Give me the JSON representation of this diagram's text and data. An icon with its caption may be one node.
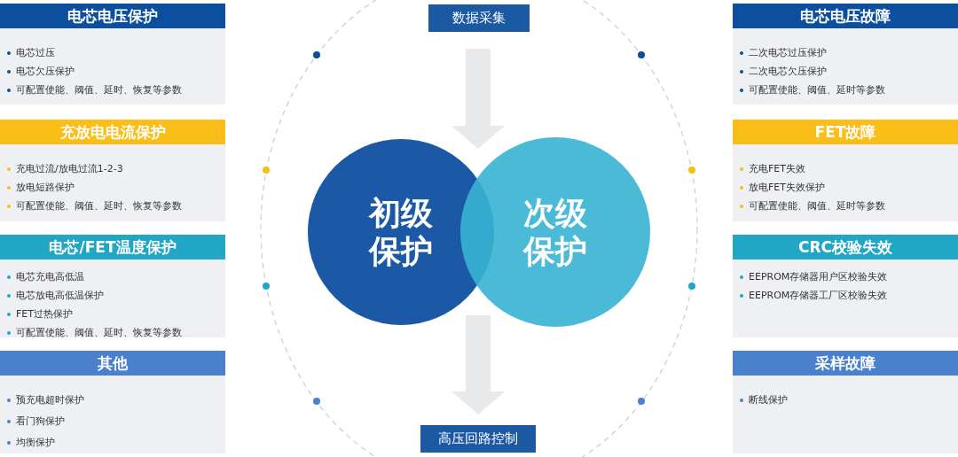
{
  "diagram": {
    "nodes": [
      {
        "text": [
          "电芯电压保护",
          "电芯过压",
          "电芯欠压保护",
          "可配置使能、阈值、延时、恢复等参数"
        ]
      },
      {
        "text": [
          "充放电电流保护",
          "充电过流/放电过流1-2-3",
          "放电短路保护",
          "可配置使能、阈值、延时、恢复等参数"
        ]
      },
      {
        "text": [
          "电芯/FET温度保护",
          "电芯充电高低温",
          "电芯放电高低温保护",
          "FET过热保护",
          "可配置使能、阈值、延时、恢复等参数"
        ]
      },
      {
        "text": [
          "其他",
          "预充电超时保护",
          "看门狗保护",
          "均衡保护"
        ]
      },
      {
        "text": [
          "电芯电压故障",
          "二次电芯过压保护",
          "二次电芯欠压保护",
          "可配置使能、阈值、延时等参数"
        ]
      },
      {
        "text": [
          "FET故障",
          "充电FET失效",
          "放电FET失效保护",
          "可配置使能、阈值、延时等参数"
        ]
      },
      {
        "text": [
          "CRC校验失效",
          "EEPROM存储器用户区校验失效",
          "EEPROM存储器工厂区校验失效"
        ]
      },
      {
        "text": [
          "采样故障",
          "断线保护"
        ]
      },
      {
        "text": [
          "数据采集"
        ]
      },
      {
        "text": [
          "初级保护"
        ]
      },
      {
        "text": [
          "次级保护"
        ]
      },
      {
        "text": [
          "高压回路控制"
        ]
      }
    ],
    "edges": [
      {
        "from": 8,
        "to": 9,
        "arrow": "to"
      },
      {
        "from": 8,
        "to": 10,
        "arrow": "to"
      },
      {
        "from": 9,
        "to": 11,
        "arrow": "to"
      },
      {
        "from": 10,
        "to": 11,
        "arrow": "to"
      }
    ]
  }
}
